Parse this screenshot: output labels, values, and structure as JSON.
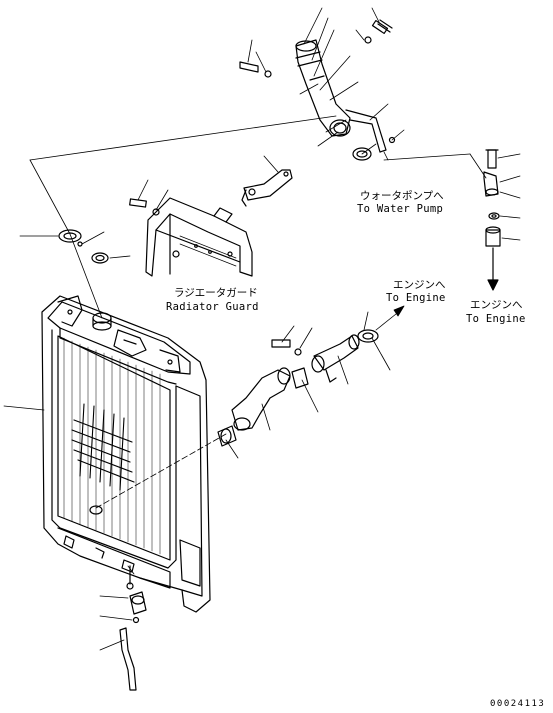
{
  "labels": {
    "water_pump_jp": "ウォータポンプへ",
    "water_pump_en": "To Water Pump",
    "radiator_guard_jp": "ラジエータガード",
    "radiator_guard_en": "Radiator Guard",
    "engine_1_jp": "エンジンへ",
    "engine_1_en": "To Engine",
    "engine_2_jp": "エンジンへ",
    "engine_2_en": "To Engine"
  },
  "document_number": "00024113",
  "colors": {
    "line": "#000000",
    "background": "#ffffff"
  }
}
